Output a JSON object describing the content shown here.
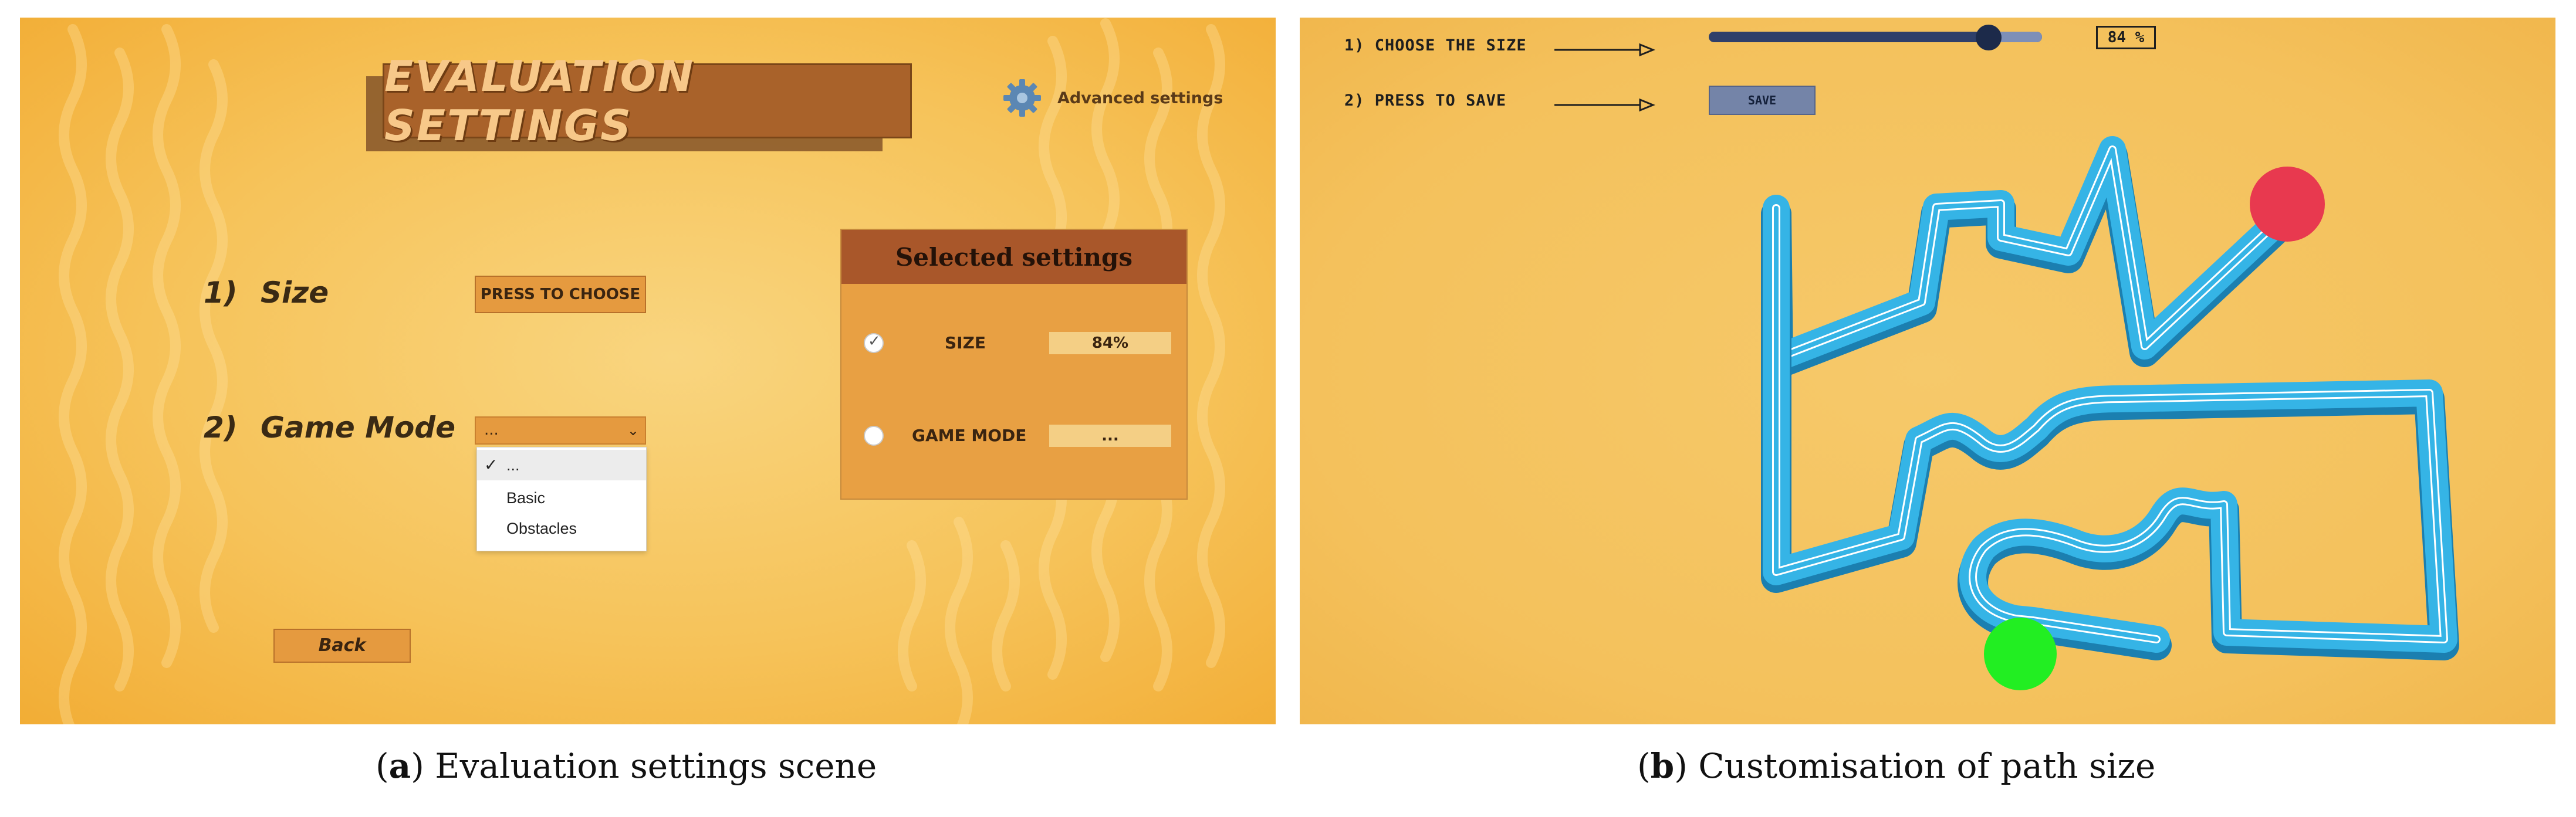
{
  "panel_a": {
    "title": "EVALUATION SETTINGS",
    "advanced_settings_label": "Advanced settings",
    "rows": [
      {
        "number": "1)",
        "label": "Size",
        "control_label": "PRESS TO CHOOSE"
      },
      {
        "number": "2)",
        "label": "Game Mode",
        "selected_value": "..."
      }
    ],
    "dropdown_options": [
      "...",
      "Basic",
      "Obstacles"
    ],
    "back_label": "Back",
    "selected_settings": {
      "title": "Selected settings",
      "items": [
        {
          "label": "SIZE",
          "value": "84%",
          "checked": true
        },
        {
          "label": "GAME MODE",
          "value": "...",
          "checked": false
        }
      ]
    }
  },
  "panel_b": {
    "steps": [
      "1) CHOOSE THE SIZE",
      "2) PRESS TO SAVE"
    ],
    "slider": {
      "value_percent": 84
    },
    "size_readout": "84 %",
    "save_label": "SAVE",
    "start_marker_color": "#e8394f",
    "end_marker_color": "#22ee22",
    "path_color": "#2aa9df"
  },
  "captions": {
    "a": {
      "letter": "a",
      "text": " Evaluation settings scene"
    },
    "b": {
      "letter": "b",
      "text": " Customisation of path size"
    }
  },
  "colors": {
    "accent_orange": "#e59a3f",
    "title_brown": "#a9622a"
  }
}
